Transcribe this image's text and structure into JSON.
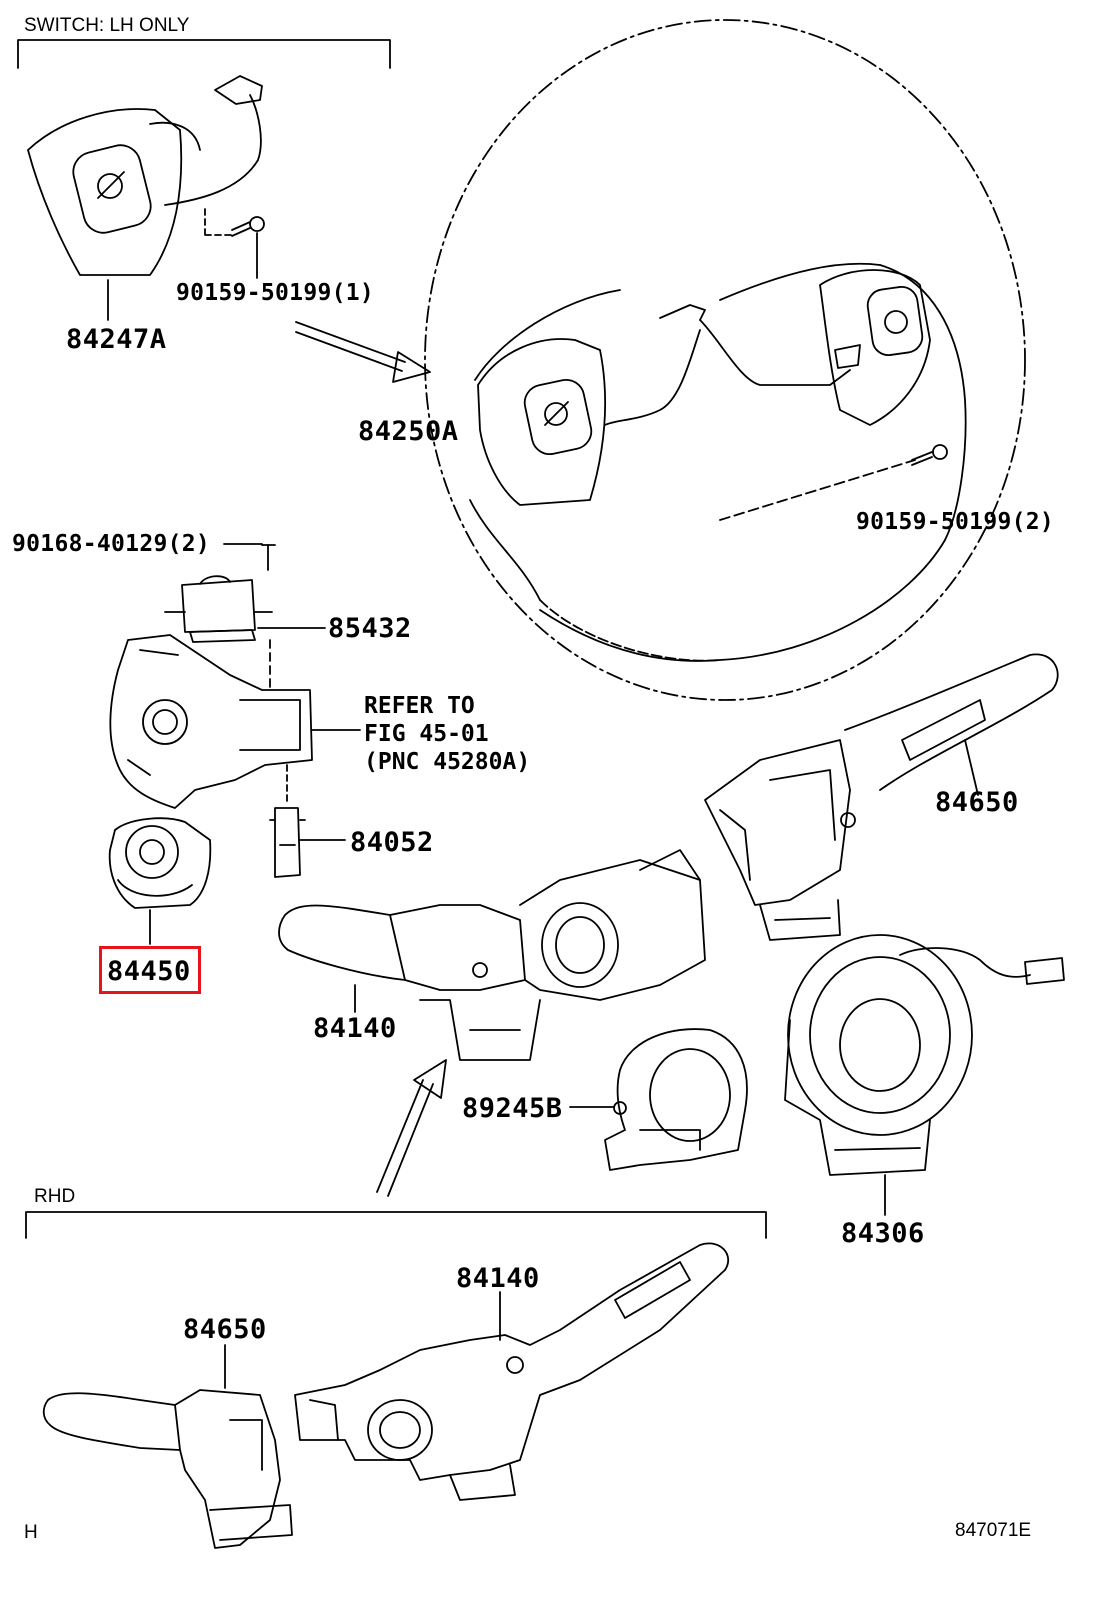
{
  "sections": {
    "top_header": "SWITCH: LH ONLY",
    "rhd_header": "RHD"
  },
  "labels": {
    "p84247A": "84247A",
    "screw_top": "90159-50199(1)",
    "p84250A": "84250A",
    "screw_right": "90159-50199(2)",
    "screw_left": "90168-40129(2)",
    "p85432": "85432",
    "refer_line1": "REFER TO",
    "refer_line2": "FIG 45-01",
    "refer_line3": "(PNC 45280A)",
    "p84052": "84052",
    "p84650": "84650",
    "p84450": "84450",
    "p84140": "84140",
    "p89245B": "89245B",
    "p84306": "84306",
    "p84140_rhd": "84140",
    "p84650_rhd": "84650"
  },
  "highlight": {
    "part": "84450",
    "color": "#e8141b"
  },
  "footer": {
    "left_code": "H",
    "diagram_code": "847071E"
  },
  "colors": {
    "line": "#000000",
    "highlight": "#e8141b",
    "background": "#ffffff"
  }
}
